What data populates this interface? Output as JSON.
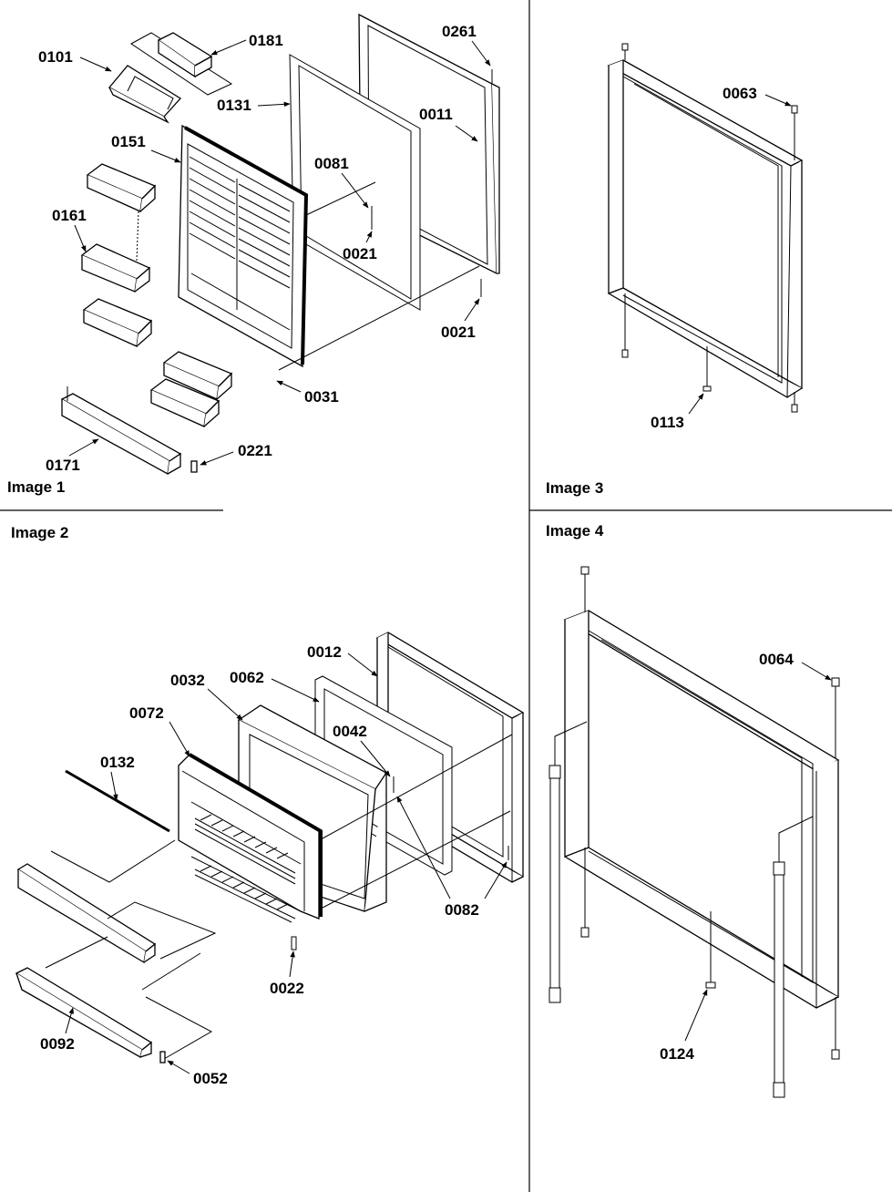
{
  "panels": {
    "image1": {
      "title": "Image 1"
    },
    "image2": {
      "title": "Image 2"
    },
    "image3": {
      "title": "Image 3"
    },
    "image4": {
      "title": "Image 4"
    }
  },
  "parts": {
    "p0101": "0101",
    "p0181": "0181",
    "p0261": "0261",
    "p0131": "0131",
    "p0011": "0011",
    "p0151": "0151",
    "p0081": "0081",
    "p0161": "0161",
    "p0021a": "0021",
    "p0021b": "0021",
    "p0031": "0031",
    "p0171": "0171",
    "p0221": "0221",
    "p0063": "0063",
    "p0113": "0113",
    "p0012": "0012",
    "p0032": "0032",
    "p0062": "0062",
    "p0072": "0072",
    "p0042": "0042",
    "p0132": "0132",
    "p0082": "0082",
    "p0022": "0022",
    "p0092": "0092",
    "p0052": "0052",
    "p0064": "0064",
    "p0124": "0124"
  }
}
